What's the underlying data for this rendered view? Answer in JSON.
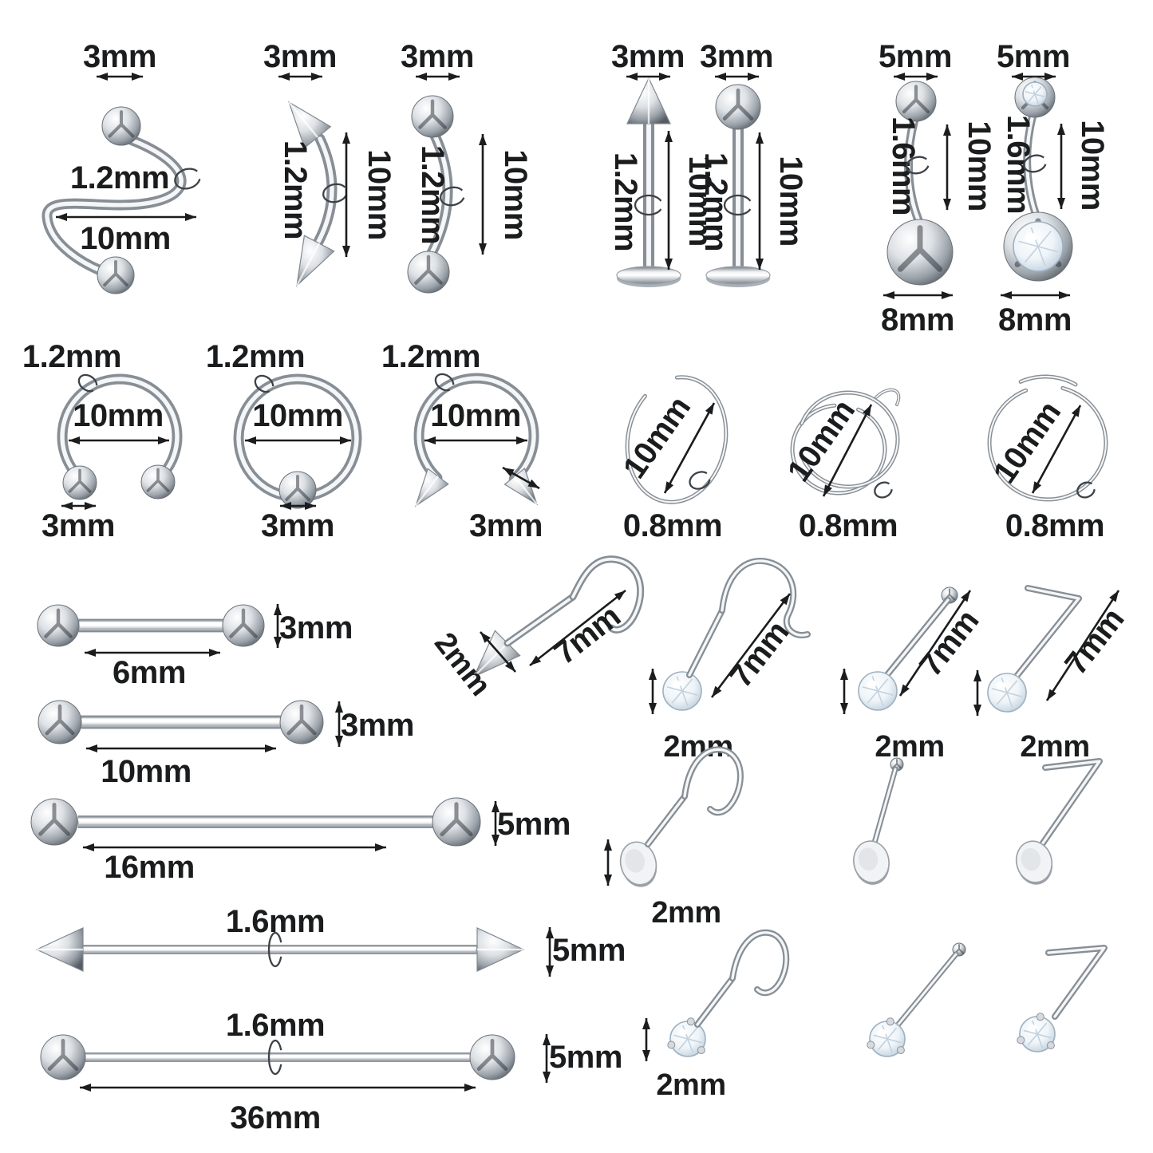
{
  "page": {
    "description": "Body piercing jewelry size chart with dimension annotations",
    "colors": {
      "background": "#ffffff",
      "label_text": "#1b1c1d",
      "metal_light": "#f4f6f7",
      "metal_mid": "#aab1b8",
      "metal_base": "#878e95",
      "metal_dark": "#565c63",
      "gem_light": "#ffffff",
      "gem_shade": "#c3d2de"
    }
  },
  "items": [
    {
      "id": "spiral-twist-barbell",
      "labels": {
        "ball": "3mm",
        "gauge": "1.2mm",
        "width": "10mm"
      }
    },
    {
      "id": "curved-barbell-spike",
      "labels": {
        "ball": "3mm",
        "gauge": "1.2mm",
        "length": "10mm"
      }
    },
    {
      "id": "curved-barbell-ball",
      "labels": {
        "ball": "3mm",
        "gauge": "1.2mm",
        "length": "10mm"
      }
    },
    {
      "id": "labret-stud-spike",
      "labels": {
        "ball": "3mm",
        "gauge": "1.2mm",
        "length": "10mm"
      }
    },
    {
      "id": "labret-stud-ball",
      "labels": {
        "ball": "3mm",
        "gauge": "1.2mm",
        "length": "10mm"
      }
    },
    {
      "id": "belly-ring-ball",
      "labels": {
        "top_ball": "5mm",
        "gauge": "1.6mm",
        "length": "10mm",
        "bottom_ball": "8mm"
      }
    },
    {
      "id": "belly-ring-gem",
      "labels": {
        "top_ball": "5mm",
        "gauge": "1.6mm",
        "length": "10mm",
        "bottom_ball": "8mm"
      }
    },
    {
      "id": "horseshoe-ring-ball",
      "labels": {
        "gauge": "1.2mm",
        "diameter": "10mm",
        "ball": "3mm"
      }
    },
    {
      "id": "captive-bead-ring",
      "labels": {
        "gauge": "1.2mm",
        "diameter": "10mm",
        "ball": "3mm"
      }
    },
    {
      "id": "horseshoe-ring-spike",
      "labels": {
        "gauge": "1.2mm",
        "diameter": "10mm",
        "ball": "3mm"
      }
    },
    {
      "id": "seamless-nose-ring",
      "labels": {
        "diameter": "10mm",
        "gauge": "0.8mm"
      }
    },
    {
      "id": "double-spiral-nose-ring",
      "labels": {
        "diameter": "10mm",
        "gauge": "0.8mm"
      }
    },
    {
      "id": "open-hoop-nose-ring",
      "labels": {
        "diameter": "10mm",
        "gauge": "0.8mm"
      }
    },
    {
      "id": "straight-barbell-short",
      "labels": {
        "length": "6mm",
        "ball": "3mm"
      }
    },
    {
      "id": "straight-barbell-medium",
      "labels": {
        "length": "10mm",
        "ball": "3mm"
      }
    },
    {
      "id": "straight-barbell-long",
      "labels": {
        "length": "16mm",
        "ball": "5mm"
      }
    },
    {
      "id": "industrial-barbell-spike",
      "labels": {
        "gauge": "1.6mm",
        "end": "5mm"
      }
    },
    {
      "id": "industrial-barbell-ball",
      "labels": {
        "gauge": "1.6mm",
        "end": "5mm",
        "length": "36mm"
      }
    },
    {
      "id": "nose-screw-spike",
      "labels": {
        "tip": "2mm",
        "length": "7mm"
      }
    },
    {
      "id": "nose-screw-gem",
      "labels": {
        "length": "7mm",
        "gem": "2mm"
      }
    },
    {
      "id": "nose-bone-gem",
      "labels": {
        "length": "7mm",
        "gem": "2mm"
      }
    },
    {
      "id": "nose-lshape-gem",
      "labels": {
        "length": "7mm",
        "gem": "2mm"
      }
    },
    {
      "id": "nose-screw-flat",
      "labels": {
        "disc": "2mm"
      }
    },
    {
      "id": "nose-bone-flat",
      "labels": {}
    },
    {
      "id": "nose-lshape-flat",
      "labels": {}
    },
    {
      "id": "nose-screw-prong-gem",
      "labels": {
        "gem": "2mm"
      }
    },
    {
      "id": "nose-bone-prong-gem",
      "labels": {}
    },
    {
      "id": "nose-lshape-prong-gem",
      "labels": {}
    }
  ]
}
